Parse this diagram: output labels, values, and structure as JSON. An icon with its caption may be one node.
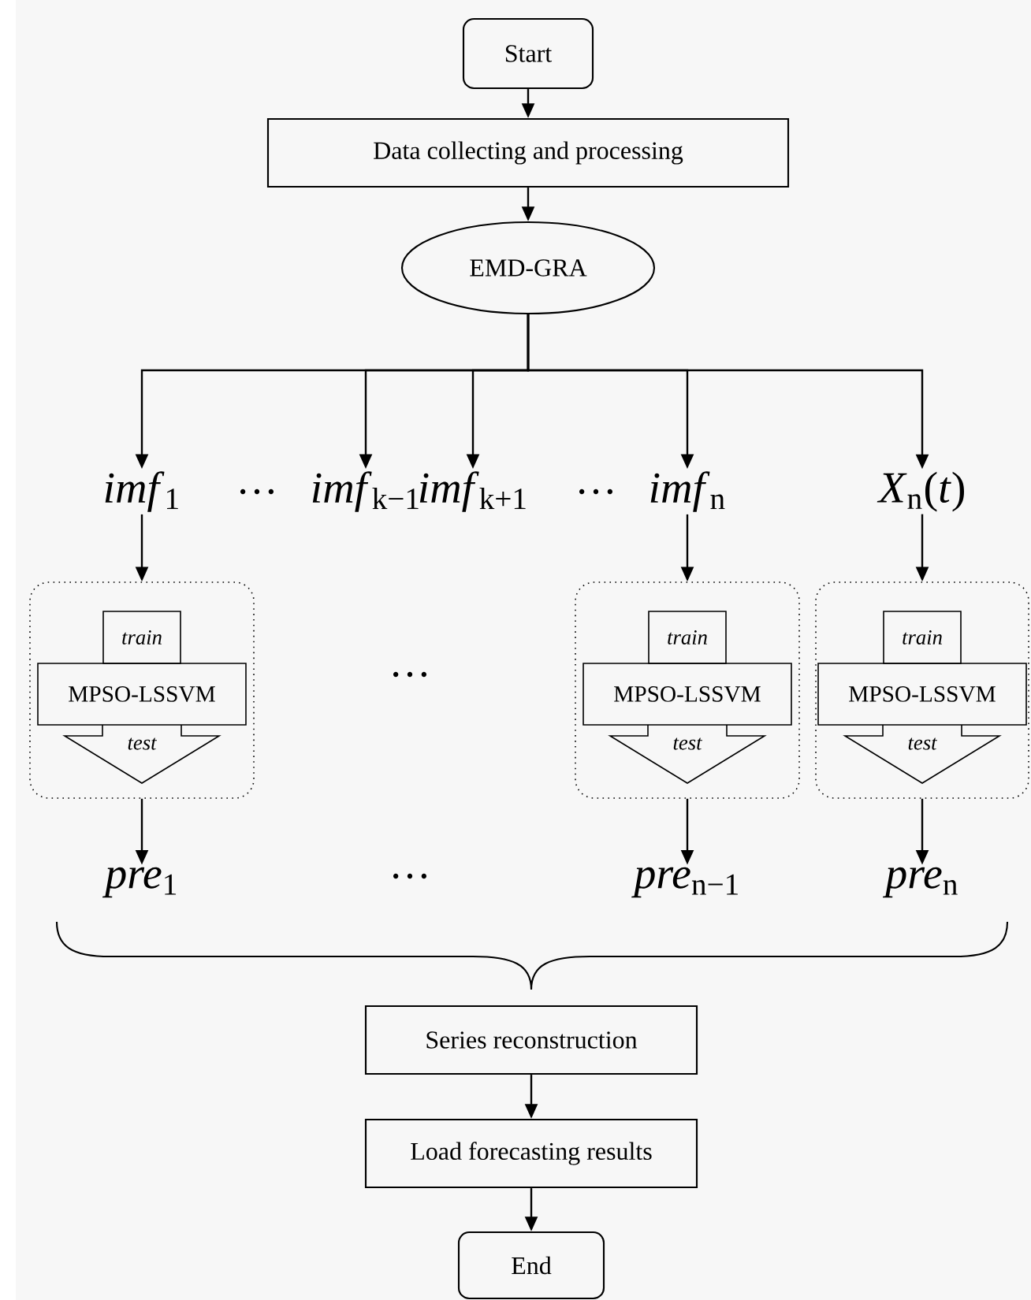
{
  "diagram": {
    "nodes": [
      {
        "text": [
          "Start"
        ]
      },
      {
        "text": [
          "Data collecting and processing"
        ]
      },
      {
        "text": [
          "EMD-GRA"
        ]
      },
      {
        "text": [
          "*imf*$_{1}$"
        ]
      },
      {
        "text": [
          "*imf*$_{k−1}$"
        ]
      },
      {
        "text": [
          "*imf*$_{k+1}$"
        ]
      },
      {
        "text": [
          "*imf*$_{n}$"
        ]
      },
      {
        "text": [
          "*X*$_{n}$(*t*)"
        ]
      },
      {
        "text": [],
        "shape": "box"
      },
      {
        "text": [
          "train"
        ],
        "in": 8
      },
      {
        "text": [
          "MPSO-LSSVM"
        ],
        "in": 8
      },
      {
        "text": [
          "test"
        ],
        "in": 8
      },
      {
        "text": [],
        "shape": "box"
      },
      {
        "text": [
          "train"
        ],
        "in": 12
      },
      {
        "text": [
          "MPSO-LSSVM"
        ],
        "in": 12
      },
      {
        "text": [
          "test"
        ],
        "in": 12
      },
      {
        "text": [],
        "shape": "box"
      },
      {
        "text": [
          "train"
        ],
        "in": 16
      },
      {
        "text": [
          "MPSO-LSSVM"
        ],
        "in": 16
      },
      {
        "text": [
          "test"
        ],
        "in": 16
      },
      {
        "text": [
          "*pre*$_{1}$"
        ]
      },
      {
        "text": [
          "*pre*$_{n−1}$"
        ]
      },
      {
        "text": [
          "*pre*$_{n}$"
        ]
      },
      {
        "text": [
          "Series reconstruction"
        ]
      },
      {
        "text": [
          "Load forecasting results"
        ]
      },
      {
        "text": [
          "End"
        ]
      }
    ],
    "edges": [
      {
        "from": 0,
        "to": 1,
        "arrow": "to"
      },
      {
        "from": 1,
        "to": 2,
        "arrow": "to"
      },
      {
        "from": 2,
        "to": 3,
        "arrow": "to"
      },
      {
        "from": 2,
        "to": 4,
        "arrow": "to"
      },
      {
        "from": 2,
        "to": 5,
        "arrow": "to"
      },
      {
        "from": 2,
        "to": 6,
        "arrow": "to"
      },
      {
        "from": 2,
        "to": 7,
        "arrow": "to"
      },
      {
        "from": 3,
        "to": 8,
        "arrow": "to"
      },
      {
        "from": 6,
        "to": 12,
        "arrow": "to"
      },
      {
        "from": 7,
        "to": 16,
        "arrow": "to"
      },
      {
        "from": 8,
        "to": 20,
        "arrow": "to"
      },
      {
        "from": 12,
        "to": 21,
        "arrow": "to"
      },
      {
        "from": 16,
        "to": 22,
        "arrow": "to"
      },
      {
        "from": 23,
        "to": 24,
        "arrow": "to"
      },
      {
        "from": 24,
        "to": 25,
        "arrow": "to"
      }
    ],
    "labels": [
      "…",
      "…",
      "…",
      "…"
    ]
  }
}
